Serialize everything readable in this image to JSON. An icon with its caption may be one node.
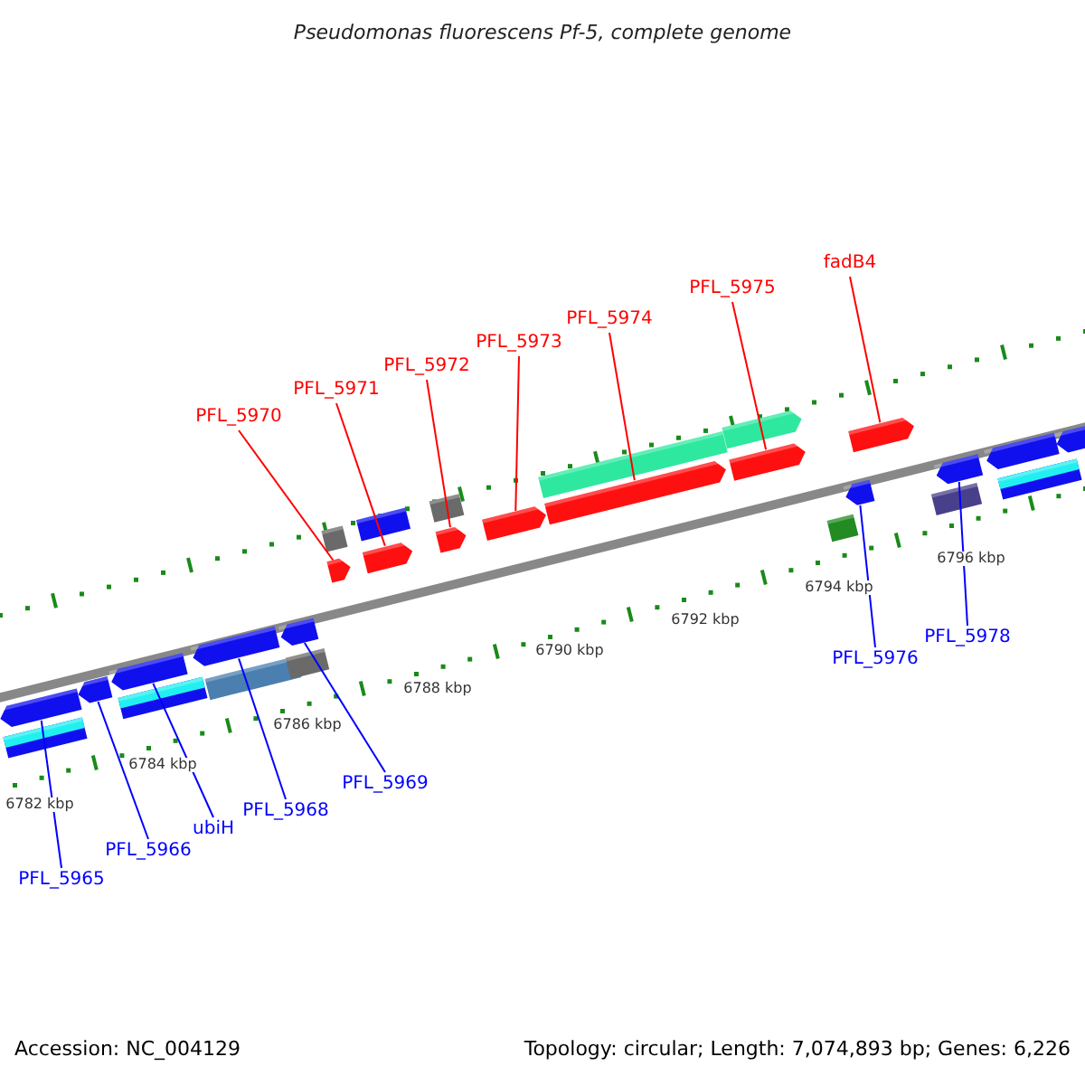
{
  "diagram": {
    "title": "Pseudomonas fluorescens Pf-5, complete genome",
    "nodes": [
      {
        "text": [
          "PFL_5970"
        ]
      },
      {
        "text": [
          "PFL_5971"
        ]
      },
      {
        "text": [
          "PFL_5972"
        ]
      },
      {
        "text": [
          "PFL_5973"
        ]
      },
      {
        "text": [
          "PFL_5974"
        ]
      },
      {
        "text": [
          "PFL_5975"
        ]
      },
      {
        "text": [
          "fadB4"
        ]
      },
      {
        "text": [
          "PFL_5965"
        ]
      },
      {
        "text": [
          "PFL_5966"
        ]
      },
      {
        "text": [
          "ubiH"
        ]
      },
      {
        "text": [
          "PFL_5968"
        ]
      },
      {
        "text": [
          "PFL_5969"
        ]
      },
      {
        "text": [
          "PFL_5976"
        ]
      },
      {
        "text": [
          "PFL_5978"
        ]
      },
      {
        "text": [],
        "shape": "pentagon"
      },
      {
        "text": [],
        "shape": "box"
      },
      {
        "text": [],
        "shape": "pentagon"
      },
      {
        "text": [],
        "shape": "pentagon"
      },
      {
        "text": [],
        "shape": "box"
      },
      {
        "text": [],
        "shape": "pentagon"
      },
      {
        "text": [],
        "shape": "box"
      },
      {
        "text": [],
        "shape": "pentagon"
      },
      {
        "text": [],
        "shape": "box"
      },
      {
        "text": [],
        "shape": "box"
      },
      {
        "text": [],
        "shape": "pentagon"
      },
      {
        "text": [],
        "shape": "box"
      },
      {
        "text": [],
        "shape": "pentagon"
      },
      {
        "text": [],
        "shape": "box"
      },
      {
        "text": [],
        "shape": "pentagon"
      },
      {
        "text": [],
        "shape": "pentagon"
      },
      {
        "text": [],
        "shape": "box"
      },
      {
        "text": [],
        "shape": "pentagon"
      },
      {
        "text": [],
        "shape": "pentagon"
      },
      {
        "text": [],
        "shape": "pentagon"
      },
      {
        "text": [],
        "shape": "box"
      },
      {
        "text": [],
        "shape": "pentagon"
      },
      {
        "text": [],
        "shape": "pentagon"
      },
      {
        "text": [],
        "shape": "box"
      },
      {
        "text": [],
        "shape": "pentagon"
      },
      {
        "text": [],
        "shape": "pentagon"
      },
      {
        "text": [],
        "shape": "box"
      },
      {
        "text": [],
        "shape": "pentagon"
      }
    ],
    "edges": [
      {
        "from": 0,
        "to": 24,
        "arrow": "none",
        "color": "#ff0000"
      },
      {
        "from": 1,
        "to": 26,
        "arrow": "none",
        "color": "#ff0000"
      },
      {
        "from": 2,
        "to": 28,
        "arrow": "none",
        "color": "#ff0000"
      },
      {
        "from": 3,
        "to": 29,
        "arrow": "none",
        "color": "#ff0000"
      },
      {
        "from": 4,
        "to": 31,
        "arrow": "none",
        "color": "#ff0000"
      },
      {
        "from": 5,
        "to": 33,
        "arrow": "none",
        "color": "#ff0000"
      },
      {
        "from": 6,
        "to": 36,
        "arrow": "none",
        "color": "#ff0000"
      },
      {
        "from": 7,
        "to": 14,
        "arrow": "none",
        "color": "#0000ff"
      },
      {
        "from": 8,
        "to": 16,
        "arrow": "none",
        "color": "#0000ff"
      },
      {
        "from": 9,
        "to": 17,
        "arrow": "none",
        "color": "#0000ff"
      },
      {
        "from": 10,
        "to": 19,
        "arrow": "none",
        "color": "#0000ff"
      },
      {
        "from": 11,
        "to": 21,
        "arrow": "none",
        "color": "#0000ff"
      },
      {
        "from": 12,
        "to": 35,
        "arrow": "none",
        "color": "#0000ff"
      },
      {
        "from": 13,
        "to": 38,
        "arrow": "none",
        "color": "#0000ff"
      }
    ],
    "labels": [
      "6782 kbp",
      "6784 kbp",
      "6786 kbp",
      "6788 kbp",
      "6790 kbp",
      "6792 kbp",
      "6794 kbp",
      "6796 kbp",
      "Accession: NC_004129",
      "Topology: circular; Length: 7,074,893 bp; Genes: 6,226"
    ]
  }
}
